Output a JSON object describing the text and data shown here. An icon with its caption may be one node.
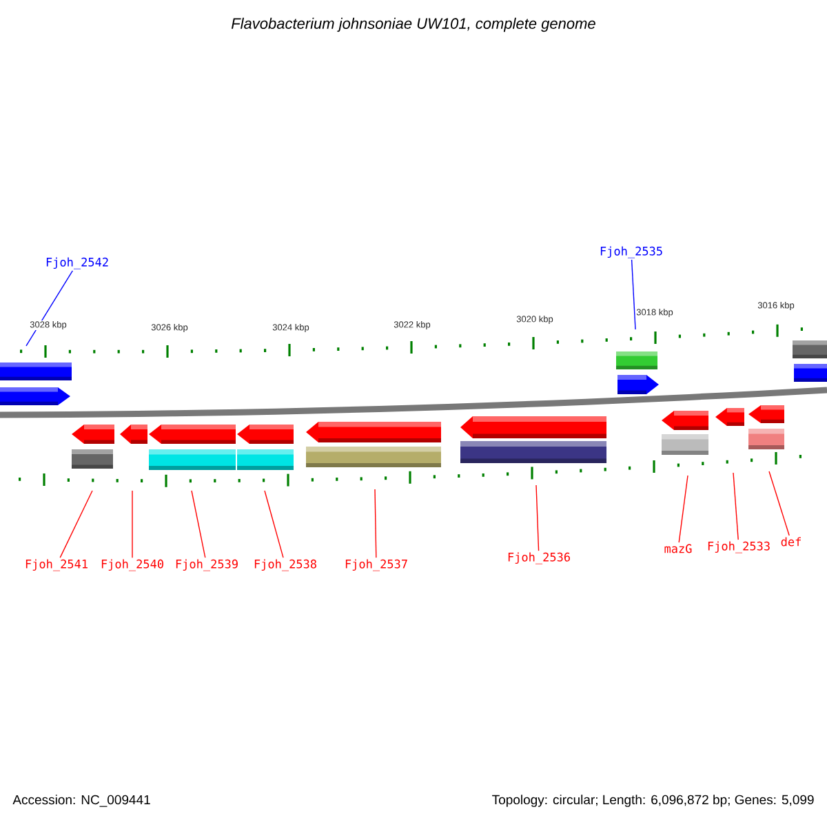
{
  "diagram": {
    "title": "*Flavobacterium johnsoniae UW101, complete genome*",
    "nodes": [
      {
        "text": [
          "Fjoh_2542"
        ]
      },
      {
        "text": [
          "Fjoh_2535"
        ]
      },
      {
        "text": [
          "Fjoh_2541"
        ]
      },
      {
        "text": [
          "Fjoh_2540"
        ]
      },
      {
        "text": [
          "Fjoh_2539"
        ]
      },
      {
        "text": [
          "Fjoh_2538"
        ]
      },
      {
        "text": [
          "Fjoh_2537"
        ]
      },
      {
        "text": [
          "Fjoh_2536"
        ]
      },
      {
        "text": [
          "mazG"
        ]
      },
      {
        "text": [
          "Fjoh_2533"
        ]
      },
      {
        "text": [
          "def"
        ]
      }
    ],
    "edges": [
      {
        "from": 0,
        "to": null,
        "arrow": "none",
        "color": "#0000ff"
      },
      {
        "from": 1,
        "to": null,
        "arrow": "none",
        "color": "#0000ff"
      },
      {
        "from": 2,
        "to": null,
        "arrow": "none"
      },
      {
        "from": 3,
        "to": null,
        "arrow": "none"
      },
      {
        "from": 4,
        "to": null,
        "arrow": "none"
      },
      {
        "from": 5,
        "to": null,
        "arrow": "none"
      },
      {
        "from": 6,
        "to": null,
        "arrow": "none"
      },
      {
        "from": 7,
        "to": null,
        "arrow": "none"
      },
      {
        "from": 8,
        "to": null,
        "arrow": "none"
      },
      {
        "from": 9,
        "to": null,
        "arrow": "none"
      },
      {
        "from": 10,
        "to": null,
        "arrow": "none"
      }
    ],
    "labels": [
      "3028 kbp",
      "3026 kbp",
      "3024 kbp",
      "3022 kbp",
      "3020 kbp",
      "3018 kbp",
      "3016 kbp",
      "Accession: NC_009441",
      "Topology: circular; Length: 6,096,872 bp; Genes: 5,099"
    ]
  }
}
